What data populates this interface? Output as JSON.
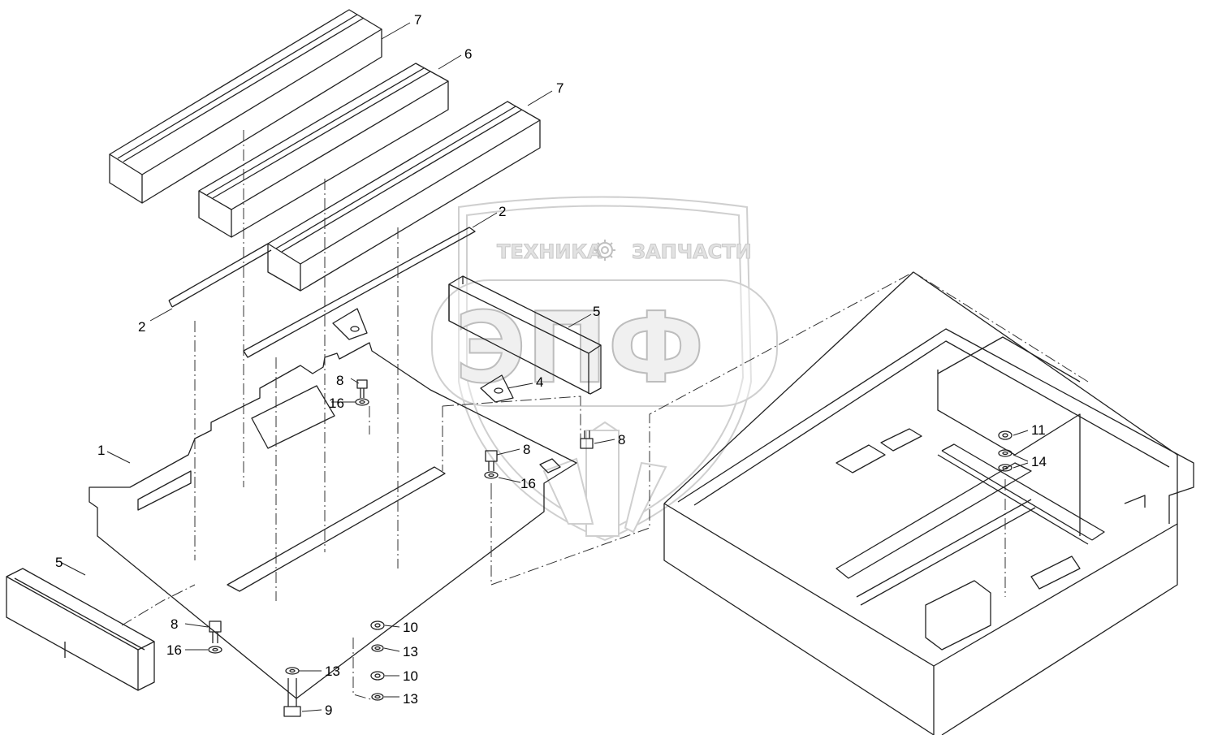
{
  "watermark": {
    "top_left": "ТЕХНИКА",
    "top_right": "ЗАПЧАСТИ",
    "big": "ЭПФ",
    "gear_icon": "gear-icon"
  },
  "callouts": {
    "c7a": "7",
    "c6": "6",
    "c7b": "7",
    "c2a": "2",
    "c2b": "2",
    "c5a": "5",
    "c4": "4",
    "c8a": "8",
    "c16a": "16",
    "c1": "1",
    "c8b": "8",
    "c16b": "16",
    "c8c": "8",
    "c5b": "5",
    "c8d": "8",
    "c16c": "16",
    "c10a": "10",
    "c13a": "13",
    "c13b": "13",
    "c10b": "10",
    "c13c": "13",
    "c9": "9",
    "c11": "11",
    "c14": "14"
  },
  "colors": {
    "line": "#222222",
    "watermark": "#c8c8c8"
  }
}
